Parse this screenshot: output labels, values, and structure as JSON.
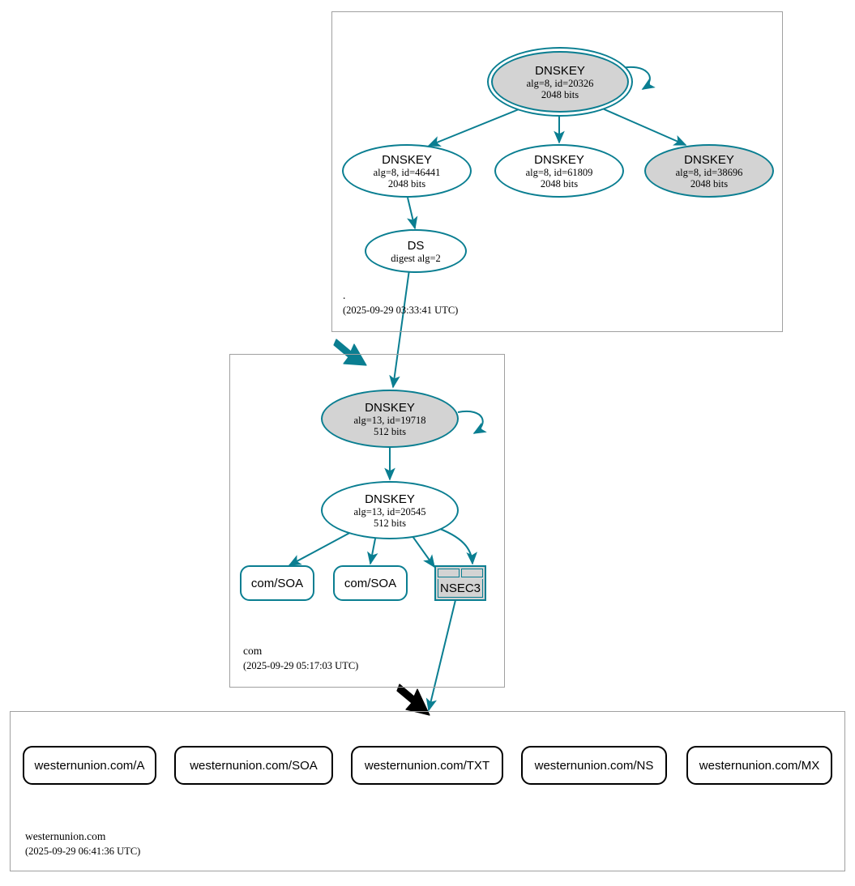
{
  "diagram": {
    "kind": "dnssec-authentication-chain",
    "colors": {
      "secure": "#0a7e91",
      "insecure": "#000000",
      "zone_border": "#a0a0a0",
      "key_fill_gray": "#d3d3d3",
      "node_fill_white": "#ffffff"
    }
  },
  "zones": [
    {
      "id": "root",
      "name": ".",
      "timestamp": "(2025-09-29 03:33:41 UTC)",
      "nodes": [
        {
          "id": "root-ksk",
          "type": "DNSKEY",
          "title": "DNSKEY",
          "detail": "alg=8, id=20326",
          "size": "2048 bits",
          "fill": "gray",
          "trust_anchor": true,
          "self_signed": true
        },
        {
          "id": "root-zsk-46441",
          "type": "DNSKEY",
          "title": "DNSKEY",
          "detail": "alg=8, id=46441",
          "size": "2048 bits",
          "fill": "white",
          "trust_anchor": false,
          "self_signed": false
        },
        {
          "id": "root-zsk-61809",
          "type": "DNSKEY",
          "title": "DNSKEY",
          "detail": "alg=8, id=61809",
          "size": "2048 bits",
          "fill": "white",
          "trust_anchor": false,
          "self_signed": false
        },
        {
          "id": "root-zsk-38696",
          "type": "DNSKEY",
          "title": "DNSKEY",
          "detail": "alg=8, id=38696",
          "size": "2048 bits",
          "fill": "gray",
          "trust_anchor": false,
          "self_signed": false
        },
        {
          "id": "root-ds",
          "type": "DS",
          "title": "DS",
          "detail": "digest alg=2",
          "size": "",
          "fill": "white",
          "trust_anchor": false,
          "self_signed": false
        }
      ]
    },
    {
      "id": "com",
      "name": "com",
      "timestamp": "(2025-09-29 05:17:03 UTC)",
      "nodes": [
        {
          "id": "com-ksk",
          "type": "DNSKEY",
          "title": "DNSKEY",
          "detail": "alg=13, id=19718",
          "size": "512 bits",
          "fill": "gray",
          "trust_anchor": false,
          "self_signed": true
        },
        {
          "id": "com-zsk",
          "type": "DNSKEY",
          "title": "DNSKEY",
          "detail": "alg=13, id=20545",
          "size": "512 bits",
          "fill": "white",
          "trust_anchor": false,
          "self_signed": false
        }
      ],
      "rrsets": [
        {
          "id": "com-soa-1",
          "label": "com/SOA",
          "status": "secure"
        },
        {
          "id": "com-soa-2",
          "label": "com/SOA",
          "status": "secure"
        }
      ],
      "nsec": {
        "id": "com-nsec3",
        "label": "NSEC3",
        "status": "secure",
        "cells": 2
      }
    },
    {
      "id": "westernunion",
      "name": "westernunion.com",
      "timestamp": "(2025-09-29 06:41:36 UTC)",
      "nodes": [],
      "rrsets": [
        {
          "id": "wu-a",
          "label": "westernunion.com/A",
          "status": "insecure"
        },
        {
          "id": "wu-soa",
          "label": "westernunion.com/SOA",
          "status": "insecure"
        },
        {
          "id": "wu-txt",
          "label": "westernunion.com/TXT",
          "status": "insecure"
        },
        {
          "id": "wu-ns",
          "label": "westernunion.com/NS",
          "status": "insecure"
        },
        {
          "id": "wu-mx",
          "label": "westernunion.com/MX",
          "status": "insecure"
        }
      ]
    }
  ],
  "delegations": [
    {
      "from": "root",
      "to": "com",
      "status": "secure"
    },
    {
      "from": "com",
      "to": "westernunion",
      "status": "insecure"
    }
  ]
}
